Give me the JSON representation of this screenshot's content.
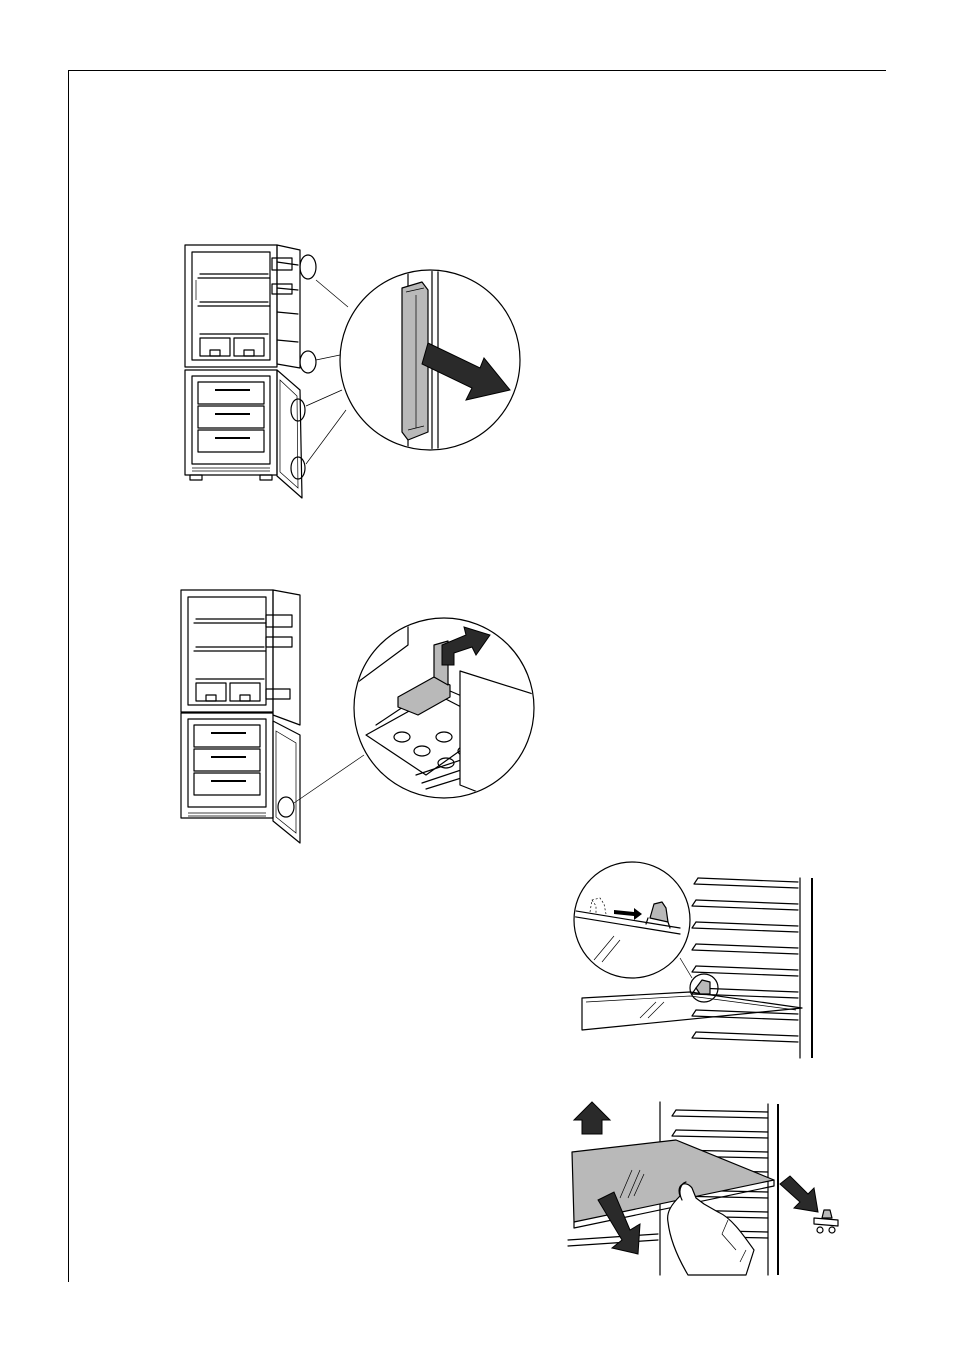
{
  "page": {
    "figures": [
      {
        "id": "fig-door-seal",
        "icon": "fridge-door-seal-removal-illustration"
      },
      {
        "id": "fig-door-catch",
        "icon": "fridge-door-catch-release-illustration"
      },
      {
        "id": "fig-shelf-clip",
        "icon": "shelf-clip-slide-illustration"
      },
      {
        "id": "fig-shelf-removal",
        "icon": "glass-shelf-removal-illustration"
      }
    ],
    "colors": {
      "line": "#000000",
      "paper": "#ffffff",
      "shade": "#b9b9b9"
    }
  }
}
